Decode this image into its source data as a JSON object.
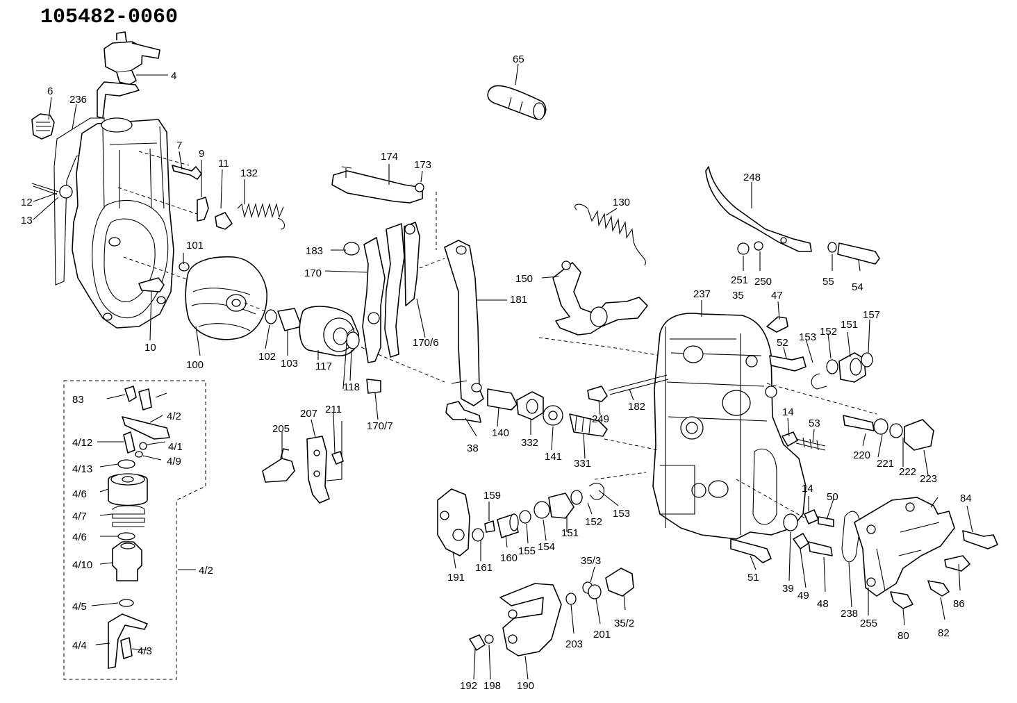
{
  "title": "105482-0060",
  "labels": [
    "4",
    "6",
    "236",
    "7",
    "9",
    "11",
    "132",
    "12",
    "13",
    "101",
    "10",
    "100",
    "102",
    "103",
    "117",
    "118",
    "65",
    "174",
    "173",
    "183",
    "170",
    "170/6",
    "170/7",
    "181",
    "130",
    "150",
    "248",
    "251",
    "250",
    "55",
    "54",
    "237",
    "35",
    "47",
    "52",
    "153",
    "152",
    "151",
    "157",
    "182",
    "249",
    "14",
    "53",
    "220",
    "221",
    "222",
    "223",
    "38",
    "140",
    "332",
    "141",
    "331",
    "205",
    "207",
    "211",
    "191",
    "159",
    "161",
    "160",
    "155",
    "154",
    "151",
    "152",
    "153",
    "35/3",
    "201",
    "203",
    "35/2",
    "192",
    "198",
    "190",
    "14",
    "50",
    "51",
    "39",
    "49",
    "48",
    "238",
    "255",
    "84",
    "80",
    "82",
    "86",
    "83",
    "4/2",
    "4/1",
    "4/12",
    "4/9",
    "4/13",
    "4/6",
    "4/7",
    "4/6",
    "4/10",
    "4/5",
    "4/4",
    "4/3",
    "4/2",
    "4"
  ]
}
